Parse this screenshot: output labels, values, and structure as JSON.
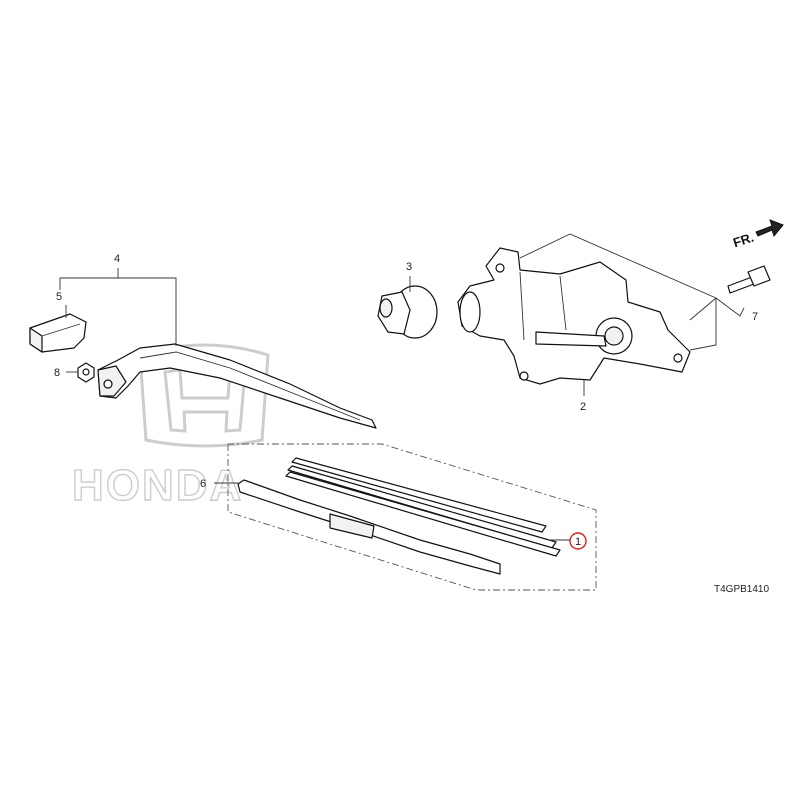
{
  "watermark": {
    "text": "HONDA"
  },
  "direction_marker": {
    "text": "FR."
  },
  "drawing_code": "T4GPB1410",
  "callouts": [
    {
      "id": "1",
      "highlighted": true,
      "highlight_color": "#d9241b"
    },
    {
      "id": "2",
      "highlighted": false
    },
    {
      "id": "3",
      "highlighted": false
    },
    {
      "id": "4",
      "highlighted": false
    },
    {
      "id": "5",
      "highlighted": false
    },
    {
      "id": "6",
      "highlighted": false
    },
    {
      "id": "7",
      "highlighted": false
    },
    {
      "id": "8",
      "highlighted": false
    }
  ]
}
